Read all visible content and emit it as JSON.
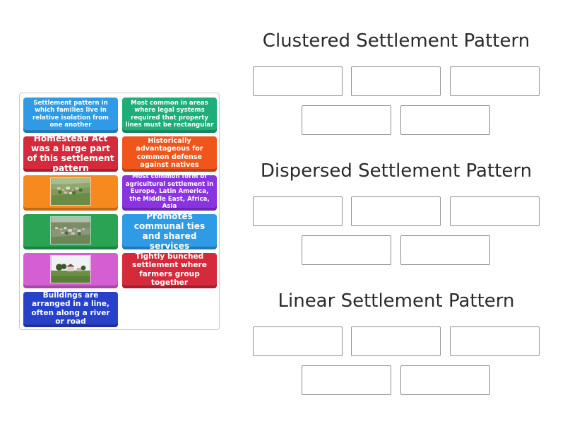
{
  "cards": [
    {
      "text": "Settlement pattern in which families live in relative isolation from one another",
      "color": "#2f9be6",
      "kind": "text"
    },
    {
      "text": "Most common in areas where legal systems required that property lines must be rectangular",
      "color": "#1fad7a",
      "kind": "text"
    },
    {
      "text": "Homestead Act was a large part of this settlement pattern",
      "color": "#d42a3c",
      "kind": "text"
    },
    {
      "text": "Historically advantageous for common defense against natives",
      "color": "#f0561b",
      "kind": "text"
    },
    {
      "image": "village-aerial-image",
      "color": "#f78a1f",
      "kind": "image"
    },
    {
      "text": "Most common form of agricultural settlement in Europe, Latin America, the Middle East, Africa, Asia",
      "color": "#8a33e0",
      "kind": "text"
    },
    {
      "image": "town-aerial-image",
      "color": "#2aa355",
      "kind": "image"
    },
    {
      "text": "Promotes communal ties and shared services",
      "color": "#2f9be6",
      "kind": "text"
    },
    {
      "image": "farmhouse-field-image",
      "color": "#d35fd3",
      "kind": "image"
    },
    {
      "text": "Tightly bunched settlement where farmers group together",
      "color": "#d42a3c",
      "kind": "text"
    },
    {
      "text": "Buildings are arranged in a line, often along a river or road",
      "color": "#2741c9",
      "kind": "text"
    }
  ],
  "categories": [
    {
      "title": "Clustered Settlement Pattern",
      "slot_count": 5
    },
    {
      "title": "Dispersed Settlement Pattern",
      "slot_count": 5
    },
    {
      "title": "Linear Settlement Pattern",
      "slot_count": 5
    }
  ]
}
